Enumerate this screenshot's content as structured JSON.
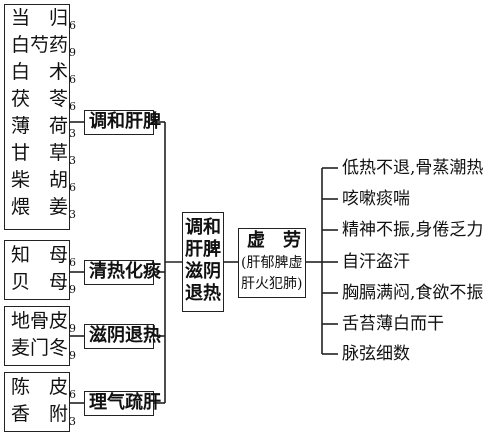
{
  "groups": [
    {
      "herbs": [
        {
          "name": "当　归",
          "dose": "6"
        },
        {
          "name": "白芍药",
          "dose": "9"
        },
        {
          "name": "白　术",
          "dose": "6"
        },
        {
          "name": "茯　苓",
          "dose": "6"
        },
        {
          "name": "薄　荷",
          "dose": "3"
        },
        {
          "name": "甘　草",
          "dose": "3"
        },
        {
          "name": "柴　胡",
          "dose": "6"
        },
        {
          "name": "煨　姜",
          "dose": "3"
        }
      ],
      "action": "调和肝脾"
    },
    {
      "herbs": [
        {
          "name": "知　母",
          "dose": "6"
        },
        {
          "name": "贝　母",
          "dose": "9"
        }
      ],
      "action": "清热化痰"
    },
    {
      "herbs": [
        {
          "name": "地骨皮",
          "dose": "9"
        },
        {
          "name": "麦门冬",
          "dose": "9"
        }
      ],
      "action": "滋阴退热"
    },
    {
      "herbs": [
        {
          "name": "陈　皮",
          "dose": "6"
        },
        {
          "name": "香　附",
          "dose": "3"
        }
      ],
      "action": "理气疏肝"
    }
  ],
  "combined": {
    "lines": [
      "调和",
      "肝脾",
      "滋阴",
      "退热"
    ]
  },
  "diagnosis": {
    "lines": [
      "虚　劳",
      "(肝郁脾虚",
      "肝火犯肺)"
    ]
  },
  "symptoms": [
    "低热不退,骨蒸潮热",
    "咳嗽痰喘",
    "精神不振,身倦乏力",
    "自汗盗汗",
    "胸膈满闷,食欲不振",
    "舌苔薄白而干",
    "脉弦细数"
  ]
}
